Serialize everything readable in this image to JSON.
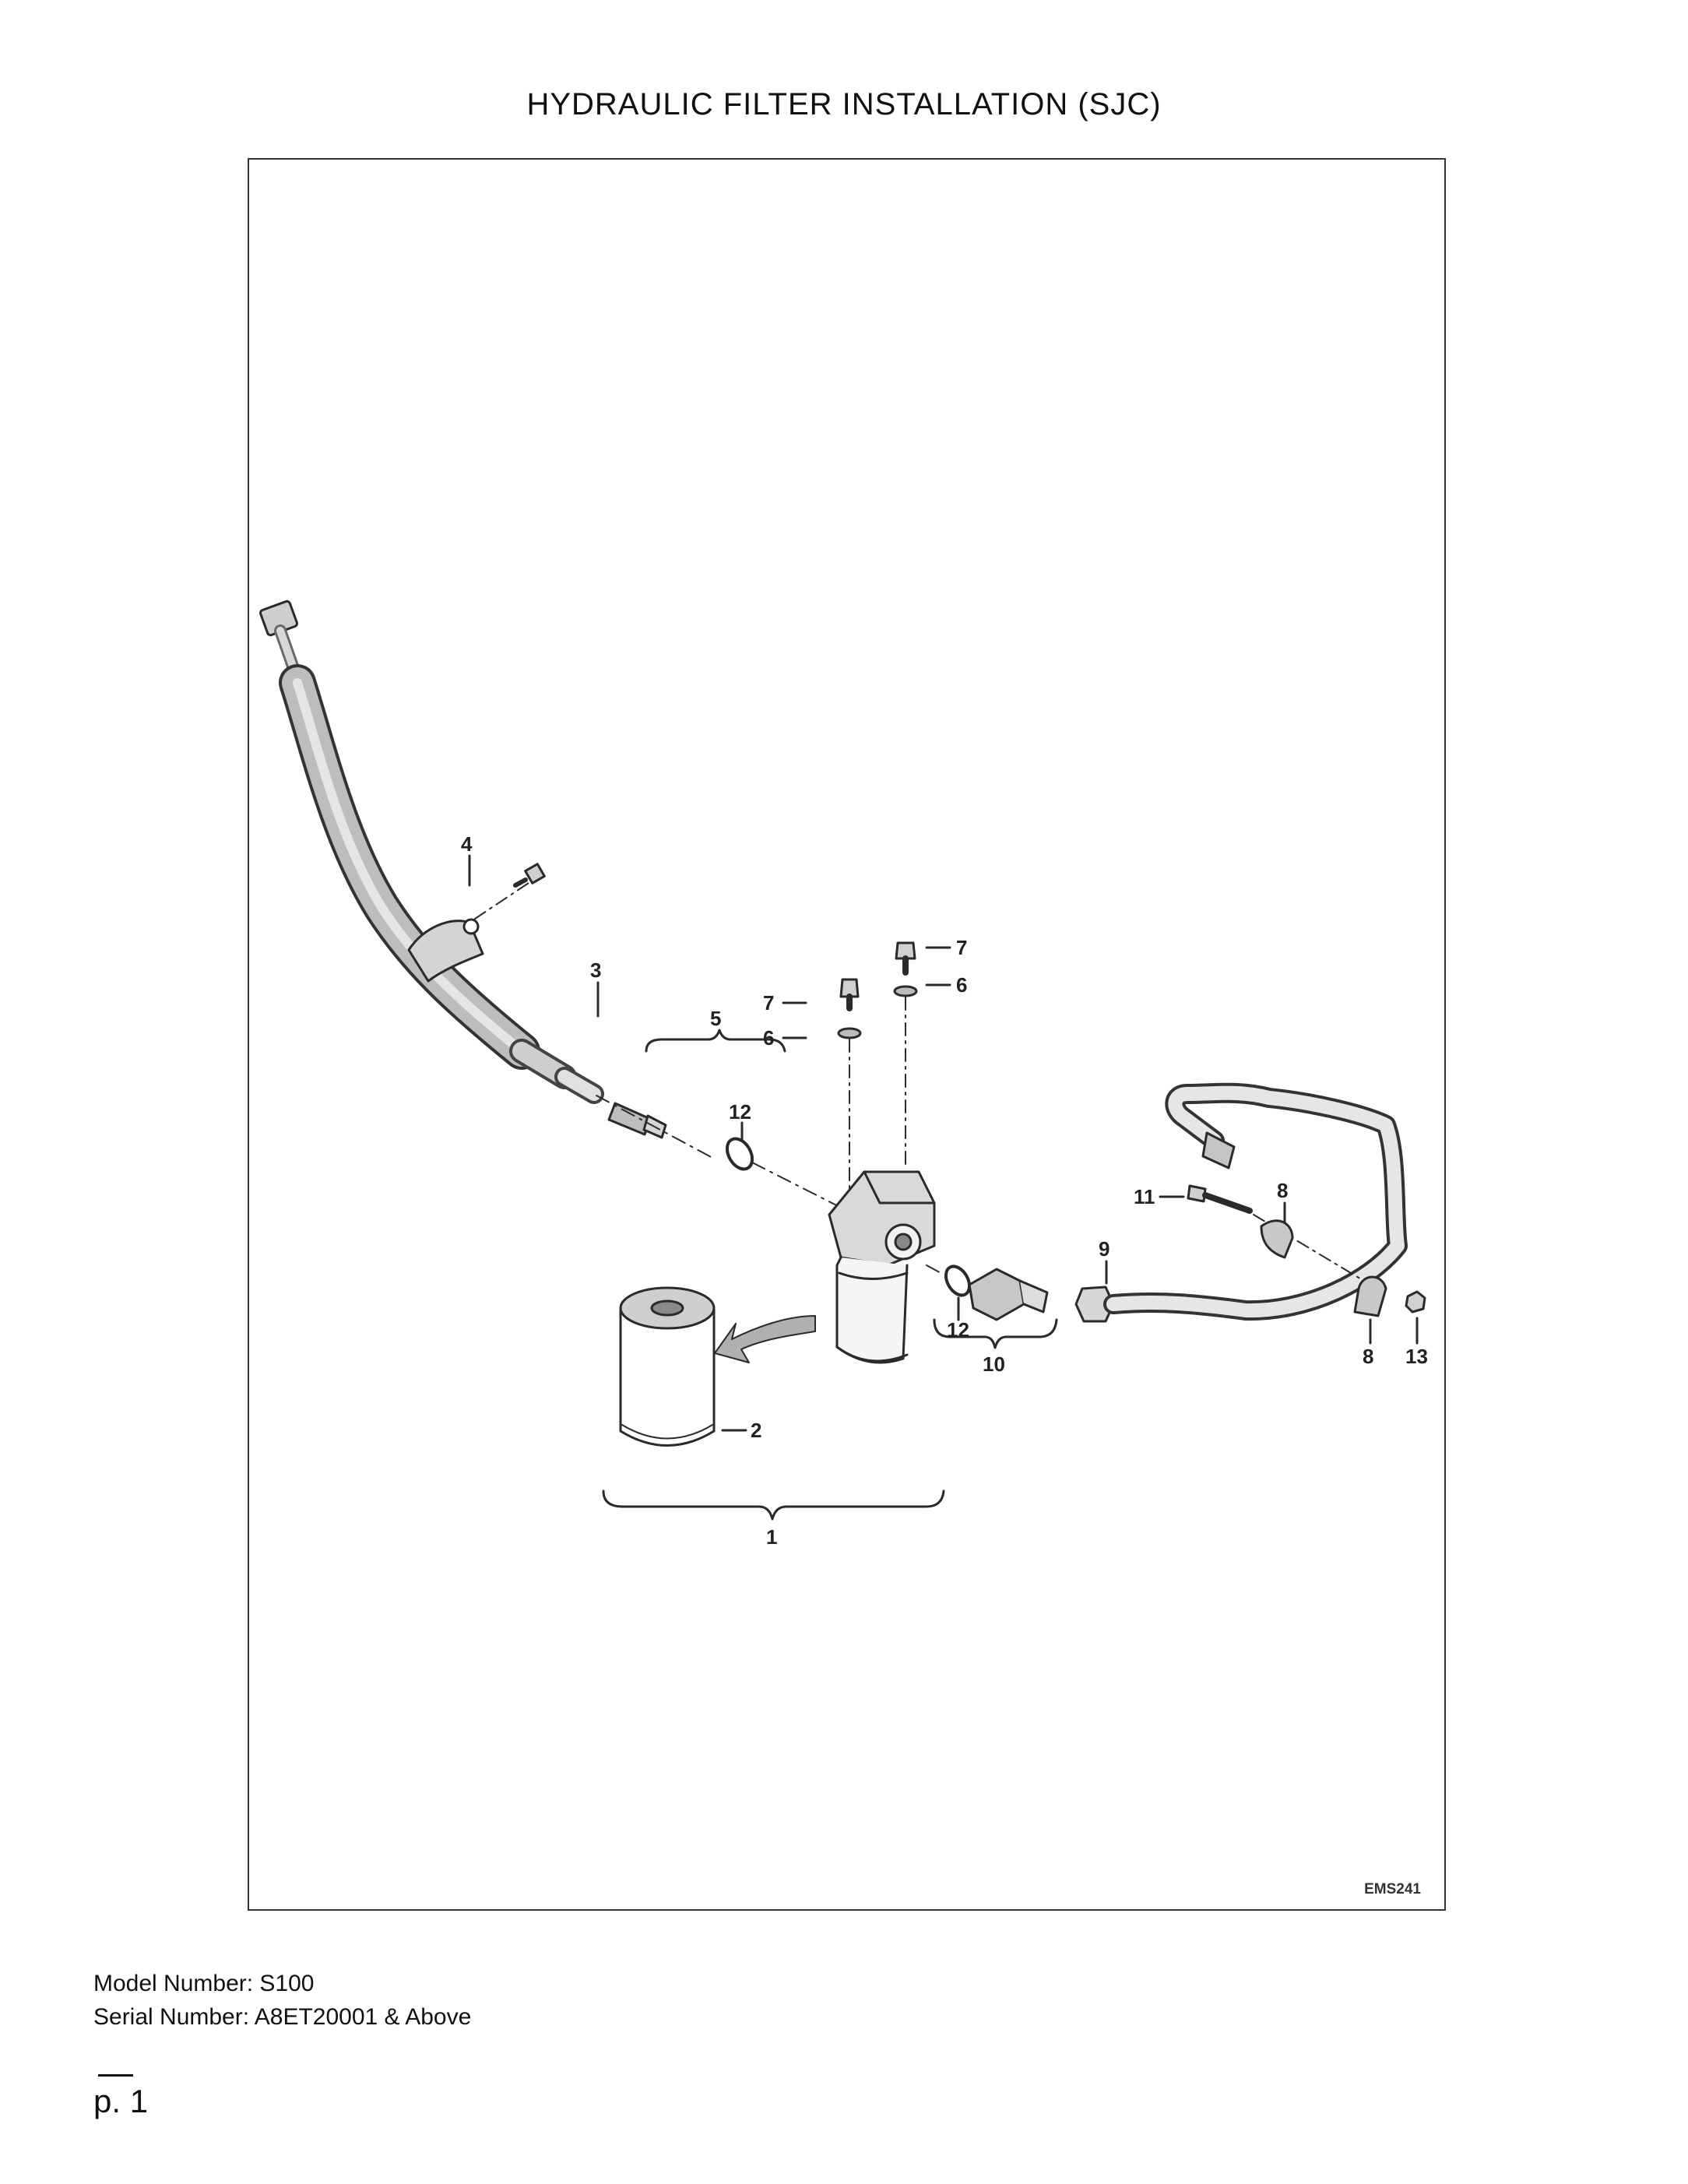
{
  "title": "HYDRAULIC FILTER INSTALLATION (SJC)",
  "drawing_code": "EMS241",
  "model_line": "Model Number: S100",
  "serial_line": "Serial Number: A8ET20001 & Above",
  "page_label": "p. 1",
  "callouts": {
    "c1": "1",
    "c2": "2",
    "c3": "3",
    "c4": "4",
    "c5": "5",
    "c6a": "6",
    "c6b": "6",
    "c7a": "7",
    "c7b": "7",
    "c8a": "8",
    "c8b": "8",
    "c9": "9",
    "c10": "10",
    "c11": "11",
    "c12a": "12",
    "c12b": "12",
    "c13": "13"
  }
}
